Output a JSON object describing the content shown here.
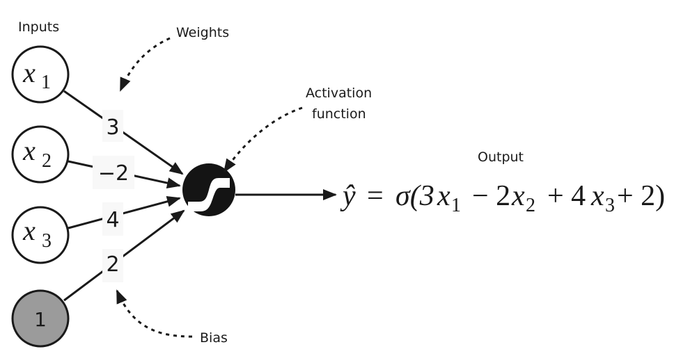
{
  "labels": {
    "inputs": "Inputs",
    "weights": "Weights",
    "activation_line1": "Activation",
    "activation_line2": "function",
    "output": "Output",
    "bias": "Bias"
  },
  "inputs": [
    {
      "var": "x",
      "sub": "1"
    },
    {
      "var": "x",
      "sub": "2"
    },
    {
      "var": "x",
      "sub": "3"
    }
  ],
  "bias_node": {
    "value": "1"
  },
  "weights": [
    "3",
    "−2",
    "4",
    "2"
  ],
  "equation": {
    "lhs": "ŷ",
    "eq": "=",
    "sigma": "σ(3",
    "x1": "x",
    "x1_sub": "1",
    "op1": "− 2",
    "x2": "x",
    "x2_sub": "2",
    "op2": "+ 4",
    "x3": "x",
    "x3_sub": "3",
    "tail": "+ 2)"
  },
  "colors": {
    "stroke": "#1a1a1a",
    "bias_fill": "#9b9b9b",
    "neuron_fill": "#141414",
    "weight_box": "#f8f8f8"
  }
}
